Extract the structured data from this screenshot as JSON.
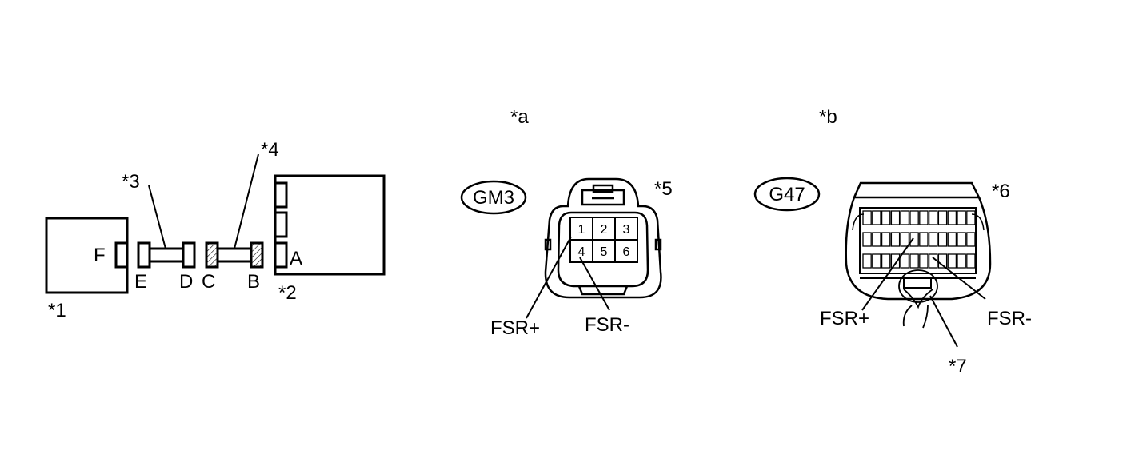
{
  "diagram": {
    "left": {
      "labels": {
        "ref1": "*1",
        "ref2": "*2",
        "ref3": "*3",
        "ref4": "*4",
        "A": "A",
        "B": "B",
        "C": "C",
        "D": "D",
        "E": "E",
        "F": "F"
      }
    },
    "view_a": {
      "ref": "*a",
      "connector_id": "GM3",
      "callout": "*5",
      "pins": [
        "1",
        "2",
        "3",
        "4",
        "5",
        "6"
      ],
      "signal_plus": "FSR+",
      "signal_minus": "FSR-"
    },
    "view_b": {
      "ref": "*b",
      "connector_id": "G47",
      "callout_connector": "*6",
      "callout_wire": "*7",
      "signal_plus": "FSR+",
      "signal_minus": "FSR-"
    }
  }
}
